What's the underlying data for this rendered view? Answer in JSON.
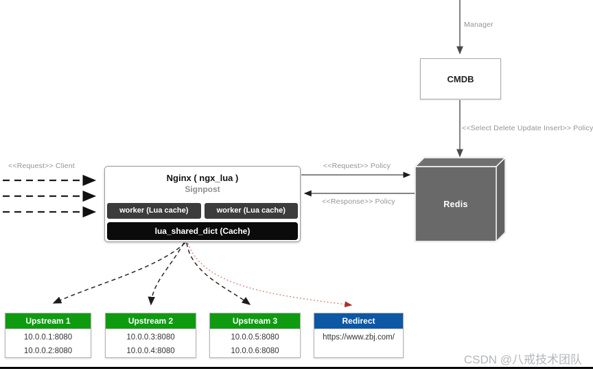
{
  "diagram": {
    "edge_labels": {
      "manager": "Manager",
      "cmdb_to_redis": "<<Select Delete Update Insert>> Policy",
      "client_request": "<<Request>> Client",
      "request_policy": "<<Request>> Policy",
      "response_policy": "<<Response>> Policy"
    },
    "nodes": {
      "cmdb": {
        "title": "CMDB"
      },
      "redis": {
        "title": "Redis"
      },
      "nginx": {
        "title": "Nginx ( ngx_lua )",
        "subtitle": "Signpost",
        "workers": [
          "worker (Lua cache)",
          "worker (Lua cache)"
        ],
        "shared_dict": "lua_shared_dict (Cache)"
      },
      "targets": [
        {
          "title": "Upstream 1",
          "lines": [
            "10.0.0.1:8080",
            "10.0.0.2:8080"
          ],
          "header_color": "#0e9b10"
        },
        {
          "title": "Upstream 2",
          "lines": [
            "10.0.0.3:8080",
            "10.0.0.4:8080"
          ],
          "header_color": "#0e9b10"
        },
        {
          "title": "Upstream 3",
          "lines": [
            "10.0.0.5:8080",
            "10.0.0.6:8080"
          ],
          "header_color": "#0e9b10"
        },
        {
          "title": "Redirect",
          "lines": [
            "https://www.zbj.com/"
          ],
          "header_color": "#0d57a5"
        }
      ]
    },
    "colors": {
      "upstream_green": "#0e9b10",
      "redirect_blue": "#0d57a5",
      "worker_dark": "#3c3c3c",
      "shared_dict_black": "#0b0b0b",
      "redis_gray": "#696969",
      "redirect_arrow_red": "#a63327",
      "edge_label_gray": "#8f9397"
    },
    "watermark": "CSDN @八戒技术团队"
  }
}
